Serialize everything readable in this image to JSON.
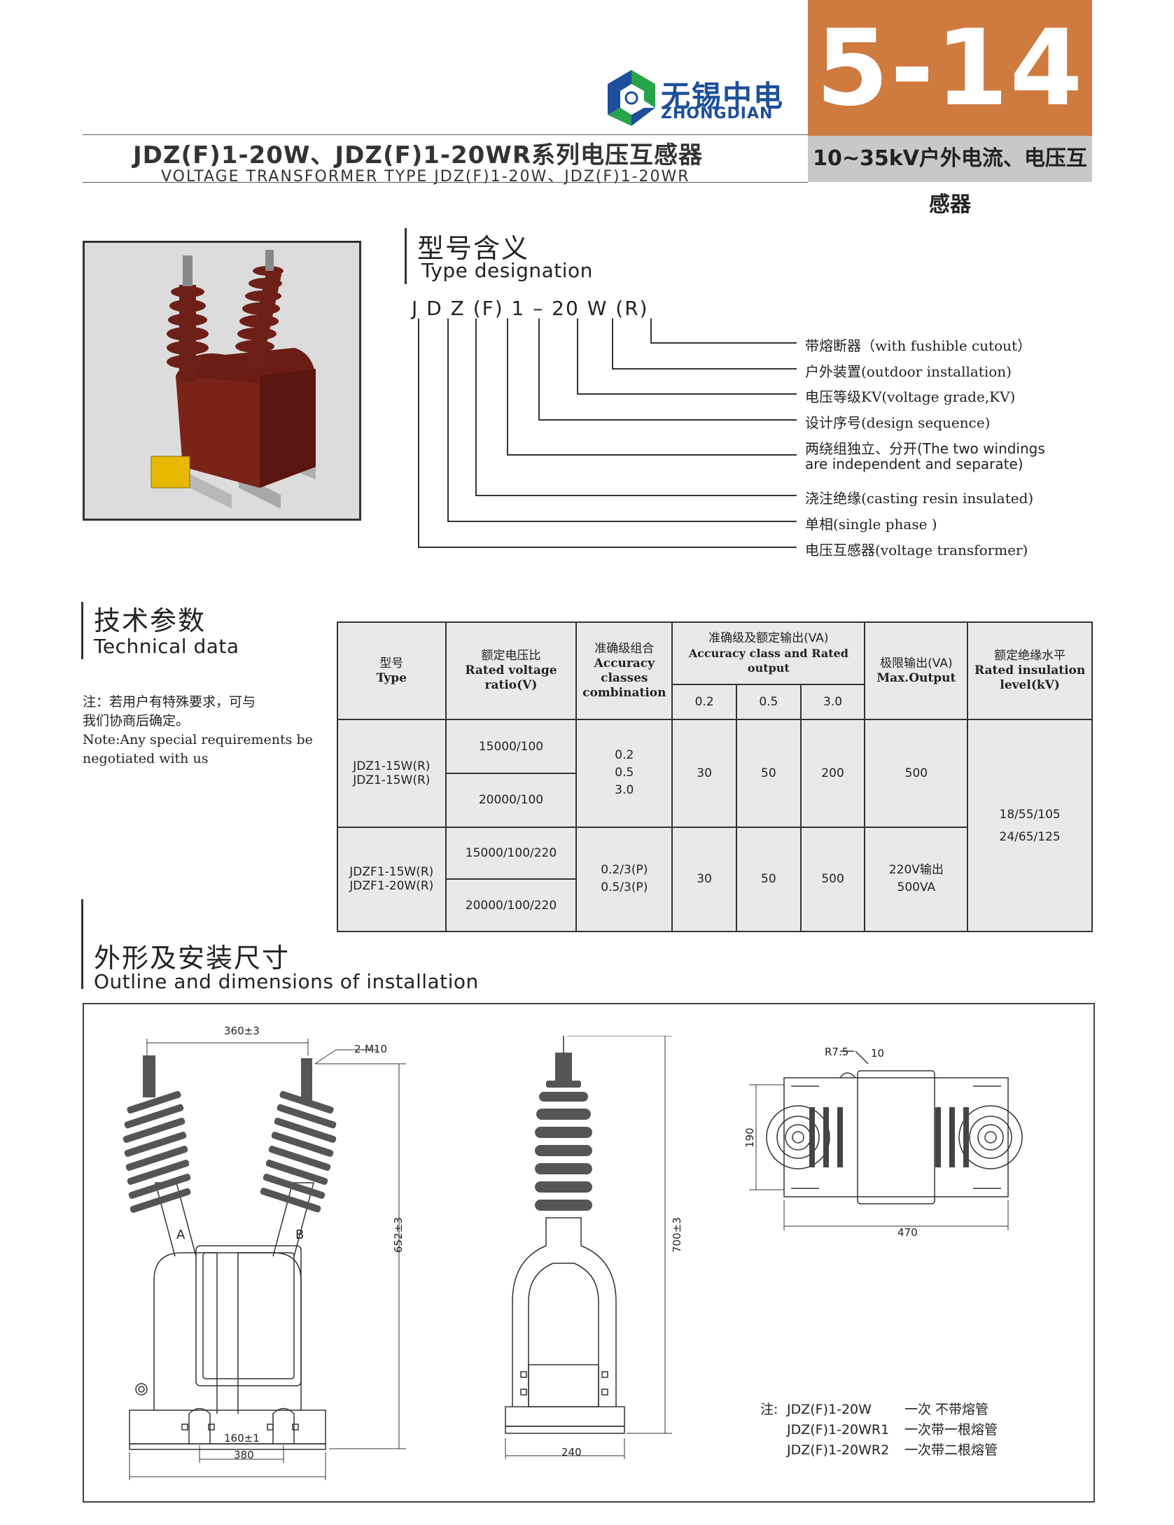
{
  "header": {
    "page_number": "5-14",
    "category": "10~35kV户外电流、电压互感器",
    "logo_cn": "无锡中电",
    "logo_en": "ZHONGDIAN",
    "title_cn": "JDZ(F)1-20W、JDZ(F)1-20WR系列电压互感器",
    "title_en": "VOLTAGE TRANSFORMER TYPE JDZ(F)1-20W、JDZ(F)1-20WR"
  },
  "designation": {
    "heading_cn": "型号含义",
    "heading_en": "Type designation",
    "code": "J D Z (F) 1 – 20  W  (R)",
    "items": [
      "带熔断器（with fushible cutout）",
      "户外装置(outdoor installation)",
      "电压等级KV(voltage grade,KV)",
      "设计序号(design sequence)",
      "两绕组独立、分开(The two windings",
      "are independent and separate)",
      "浇注绝缘(casting resin insulated)",
      "单相(single phase )",
      "电压互感器(voltage transformer)"
    ]
  },
  "technical": {
    "heading_cn": "技术参数",
    "heading_en": "Technical data",
    "note_cn_1": "注：若用户有特殊要求，可与",
    "note_cn_2": "我们协商后确定。",
    "note_en_1": "Note:Any special requirements be",
    "note_en_2": "negotiated with us",
    "headers": {
      "type_cn": "型号",
      "type_en": "Type",
      "ratio_cn": "额定电压比",
      "ratio_en_1": "Rated voltage",
      "ratio_en_2": "ratio(V)",
      "acc_cn": "准确级组合",
      "acc_en_1": "Accuracy",
      "acc_en_2": "classes",
      "acc_en_3": "combination",
      "out_cn": "准确级及额定输出(VA)",
      "out_en": "Accuracy class and Rated output",
      "c1": "0.2",
      "c2": "0.5",
      "c3": "3.0",
      "max_cn": "极限输出(VA)",
      "max_en": "Max.Output",
      "ins_cn": "额定绝缘水平",
      "ins_en_1": "Rated insulation",
      "ins_en_2": "level(kV)"
    },
    "rows": [
      {
        "type_1": "JDZ1-15W(R)",
        "type_2": "JDZ1-15W(R)",
        "ratio_1": "15000/100",
        "ratio_2": "20000/100",
        "acc_1": "0.2",
        "acc_2": "0.5",
        "acc_3": "3.0",
        "o1": "30",
        "o2": "50",
        "o3": "200",
        "max_1": "500",
        "max_2": ""
      },
      {
        "type_1": "JDZF1-15W(R)",
        "type_2": "JDZF1-20W(R)",
        "ratio_1": "15000/100/220",
        "ratio_2": "20000/100/220",
        "acc_1": "0.2/3(P)",
        "acc_2": "0.5/3(P)",
        "acc_3": "",
        "o1": "30",
        "o2": "50",
        "o3": "500",
        "max_1": "220V输出",
        "max_2": "500VA"
      }
    ],
    "insulation_1": "18/55/105",
    "insulation_2": "24/65/125"
  },
  "outline": {
    "heading_cn": "外形及安装尺寸",
    "heading_en": "Outline and dimensions of installation",
    "dims": {
      "top_width": "360±3",
      "bolt": "2-M10",
      "height_front": "652±3",
      "base_inner": "160±1",
      "base_outer": "380",
      "label_a": "A",
      "label_b": "B",
      "height_side": "700±3",
      "base_side": "240",
      "radius": "R7.5",
      "slot": "10",
      "depth": "190",
      "width_top": "470"
    },
    "note_label": "注:",
    "notes": [
      {
        "model": "JDZ(F)1-20W",
        "desc": "一次  不带熔管"
      },
      {
        "model": "JDZ(F)1-20WR1",
        "desc": "一次带一根熔管"
      },
      {
        "model": "JDZ(F)1-20WR2",
        "desc": "一次带二根熔管"
      }
    ]
  }
}
